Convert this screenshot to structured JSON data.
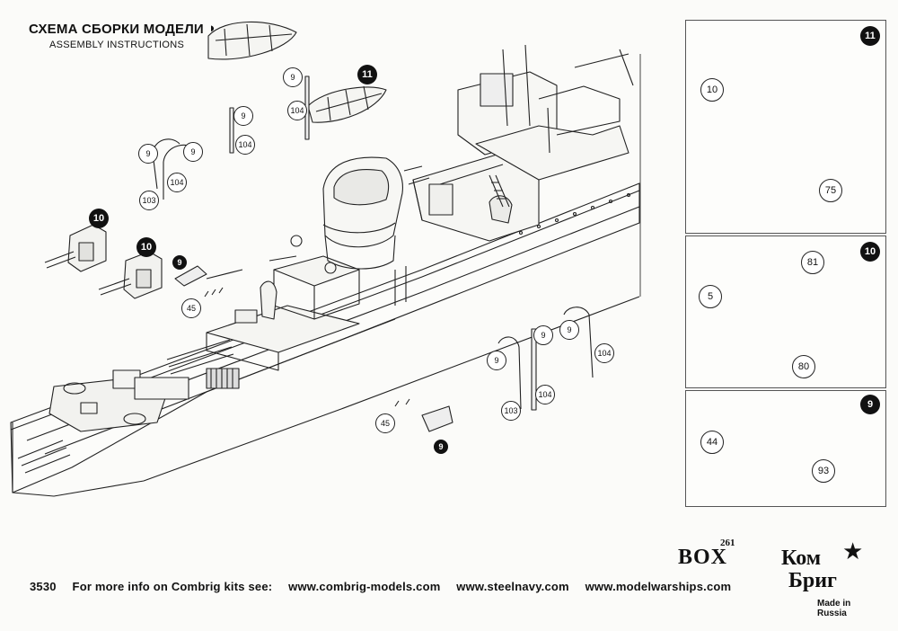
{
  "header": {
    "title_ru": "СХЕМА СБОРКИ МОДЕЛИ",
    "title_en": "ASSEMBLY INSTRUCTIONS"
  },
  "steps": [
    {
      "id": "11",
      "parts": [
        "10",
        "75"
      ]
    },
    {
      "id": "10",
      "parts": [
        "81",
        "5",
        "80"
      ]
    },
    {
      "id": "9",
      "parts": [
        "44",
        "93"
      ]
    }
  ],
  "main_callouts": {
    "c1": "9",
    "c2": "104",
    "c3": "9",
    "c4": "104",
    "c5": "9",
    "c6": "9",
    "c7": "104",
    "c8": "103",
    "c9": "45",
    "c10": "9",
    "c11": "9",
    "c12": "104",
    "c13": "9",
    "c14": "103",
    "c15": "104",
    "c16": "45"
  },
  "main_badges": {
    "b1": "11",
    "b2": "10",
    "b3": "10",
    "b4": "9",
    "b5": "9"
  },
  "footer": {
    "code": "3530",
    "info": "For more info on Combrig kits see:",
    "link1": "www.combrig-models.com",
    "link2": "www.steelnavy.com",
    "link3": "www.modelwarships.com"
  },
  "box": {
    "label": "BOX",
    "number": "261"
  },
  "logo": {
    "line1": "Ком",
    "line2": "Бриг",
    "made_in": "Made in Russia"
  }
}
